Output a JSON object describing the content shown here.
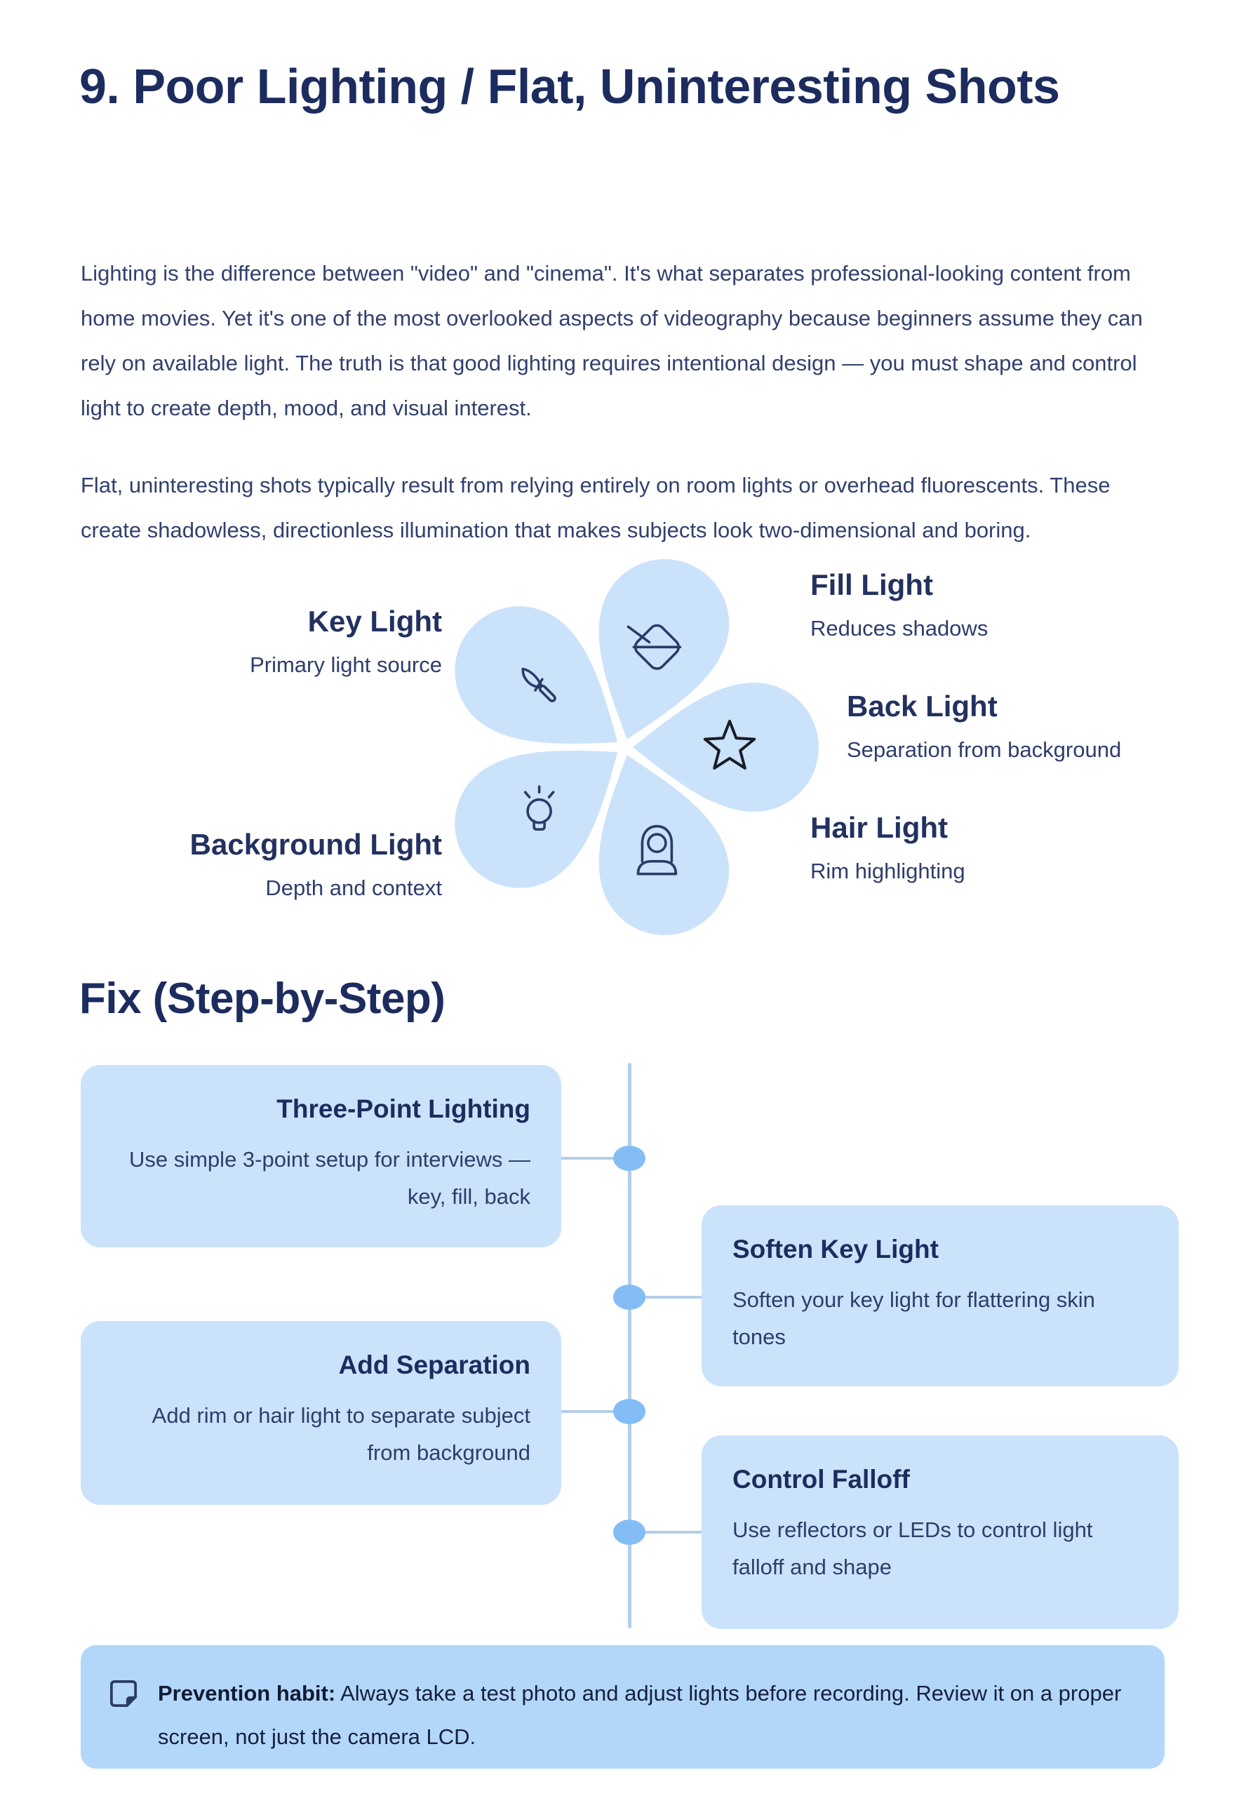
{
  "page": {
    "title": "9. Poor Lighting / Flat, Uninteresting Shots",
    "paragraphs": [
      "Lighting is the difference between \"video\" and \"cinema\". It's what separates professional-looking content from home movies. Yet it's one of the most overlooked aspects of videography because beginners assume they can rely on available light. The truth is that good lighting requires intentional design — you must shape and control light to create depth, mood, and visual interest.",
      "Flat, uninteresting shots typically result from relying entirely on room lights or overhead fluorescents. These create shadowless, directionless illumination that makes subjects look two-dimensional and boring."
    ]
  },
  "diagram": {
    "labels": {
      "key": {
        "title": "Key Light",
        "desc": "Primary light source"
      },
      "fill": {
        "title": "Fill Light",
        "desc": "Reduces shadows"
      },
      "back": {
        "title": "Back Light",
        "desc": "Separation from background"
      },
      "hair": {
        "title": "Hair Light",
        "desc": "Rim highlighting"
      },
      "background": {
        "title": "Background Light",
        "desc": "Depth and context"
      }
    },
    "icons": [
      "knife-icon",
      "gem-icon",
      "star-icon",
      "woman-icon",
      "lightbulb-icon"
    ]
  },
  "fix": {
    "heading": "Fix (Step-by-Step)",
    "steps": [
      {
        "title": "Three-Point Lighting",
        "desc": "Use simple 3-point setup for interviews — key, fill, back",
        "side": "left"
      },
      {
        "title": "Soften Key Light",
        "desc": "Soften your key light for flattering skin tones",
        "side": "right"
      },
      {
        "title": "Add Separation",
        "desc": "Add rim or hair light to separate subject from background",
        "side": "left"
      },
      {
        "title": "Control Falloff",
        "desc": "Use reflectors or LEDs to control light falloff and shape",
        "side": "right"
      }
    ]
  },
  "callout": {
    "label": "Prevention habit:",
    "text": " Always take a test photo and adjust lights before recording. Review it on a proper screen, not just the camera LCD."
  },
  "colors": {
    "heading_navy": "#1d2c5e",
    "body_navy": "#2e3d6b",
    "petal_blue": "#cbe2fb",
    "card_blue": "#cbe2fb",
    "callout_blue": "#b3d7fa",
    "timeline_line": "#b4cee9",
    "timeline_dot": "#84bdf6",
    "icon_stroke": "#2b3a66"
  }
}
